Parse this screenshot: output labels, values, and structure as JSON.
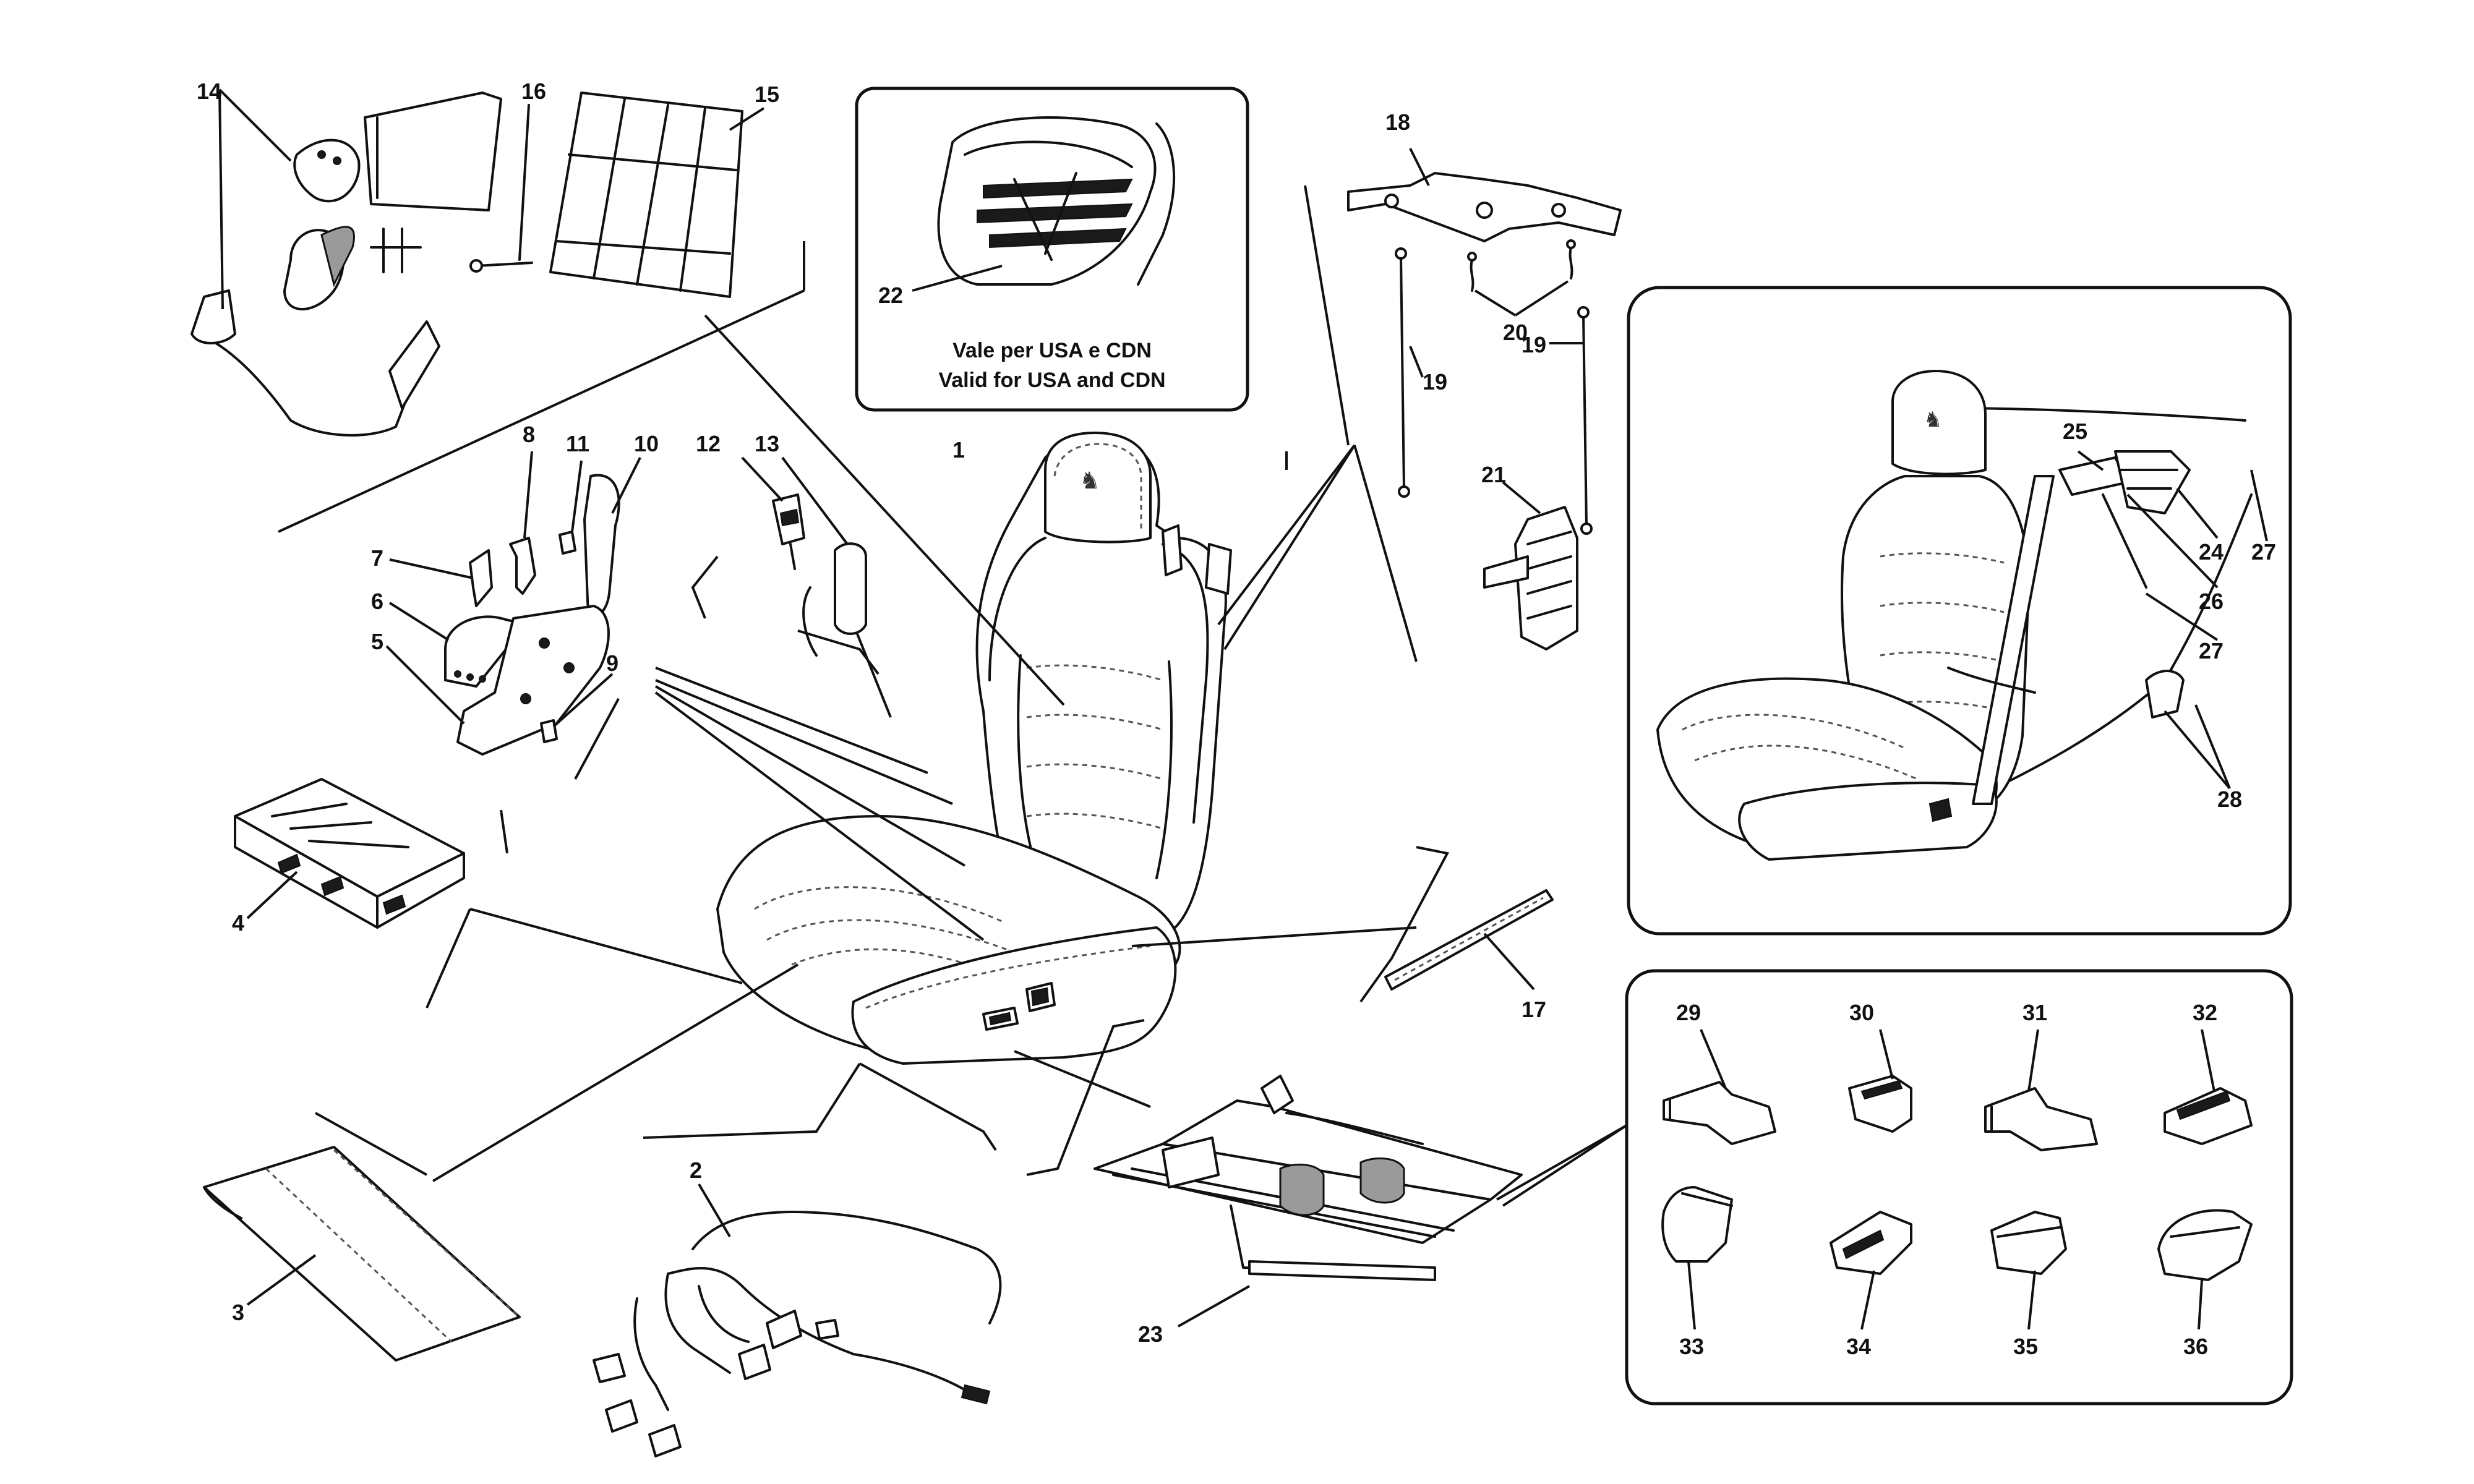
{
  "diagram": {
    "note_line1": "Vale per USA e CDN",
    "note_line2": "Valid for USA and CDN",
    "callouts": {
      "c1": "1",
      "c2": "2",
      "c3": "3",
      "c4": "4",
      "c5": "5",
      "c6": "6",
      "c7": "7",
      "c8": "8",
      "c9": "9",
      "c10": "10",
      "c11": "11",
      "c12": "12",
      "c13": "13",
      "c14": "14",
      "c15": "15",
      "c16": "16",
      "c17": "17",
      "c18": "18",
      "c19a": "19",
      "c19b": "19",
      "c20": "20",
      "c21": "21",
      "c22": "22",
      "c23": "23",
      "c24": "24",
      "c25": "25",
      "c26": "26",
      "c27a": "27",
      "c27b": "27",
      "c28": "28",
      "c29": "29",
      "c30": "30",
      "c31": "31",
      "c32": "32",
      "c33": "33",
      "c34": "34",
      "c35": "35",
      "c36": "36"
    }
  }
}
